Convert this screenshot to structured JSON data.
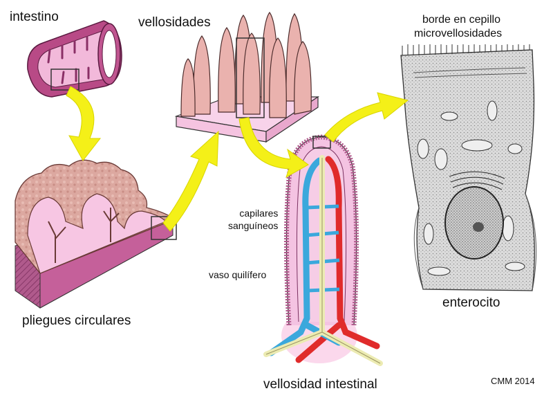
{
  "labels": {
    "intestine": "intestino",
    "villi": "vellosidades",
    "circular_folds": "pliegues circulares",
    "brush_border_line1": "borde en cepillo",
    "brush_border_line2": "microvellosidades",
    "blood_capillaries_line1": "capilares",
    "blood_capillaries_line2": "sanguíneos",
    "lacteal": "vaso quilífero",
    "enterocyte": "enterocito",
    "intestinal_villus": "vellosidad intestinal",
    "credit": "CMM 2014"
  },
  "colors": {
    "arrow": "#f4f018",
    "intestine_wall": "#b84a86",
    "mucosa_pink": "#f6c9e4",
    "fold_tissue": "#d9a39a",
    "villus_body": "#eab2ae",
    "capillary_red": "#e02b2b",
    "capillary_blue": "#3ba8dc",
    "lacteal_cream": "#ecebb2",
    "cell_grey": "#d8d8d8",
    "nucleus": "#c9c9c9"
  }
}
